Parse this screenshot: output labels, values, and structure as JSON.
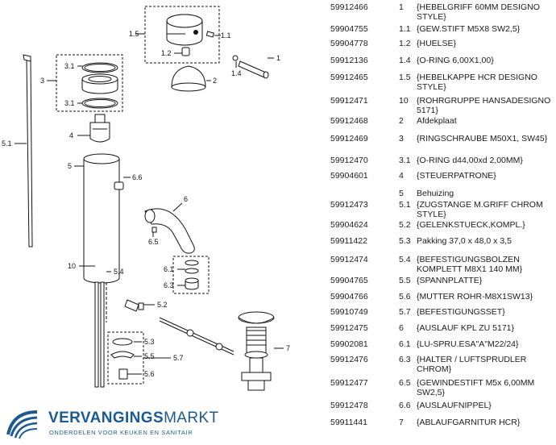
{
  "parts_list": [
    {
      "article": "59912466",
      "pos": "1",
      "desc": "{HEBELGRIFF 60MM DESIGNO STYLE}"
    },
    {
      "article": "59904755",
      "pos": "1.1",
      "desc": "{GEW.STIFT M5X8 SW2,5}"
    },
    {
      "article": "59904778",
      "pos": "1.2",
      "desc": "{HUELSE}"
    },
    {
      "article": "59912136",
      "pos": "1.4",
      "desc": "{O-RING 6,00X1,00}"
    },
    {
      "article": "59912465",
      "pos": "1.5",
      "desc": "{HEBELKAPPE HCR DESIGNO STYLE}"
    },
    {
      "article": "59912471",
      "pos": "10",
      "desc": "{ROHRGRUPPE HANSADESIGNO 5171}"
    },
    {
      "article": "59912468",
      "pos": "2",
      "desc": "Afdekplaat"
    },
    {
      "article": "59912469",
      "pos": "3",
      "desc": "{RINGSCHRAUBE M50X1, SW45}"
    },
    {
      "article": "59912470",
      "pos": "3.1",
      "desc": "{O-RING d44,00xd 2,00MM}"
    },
    {
      "article": "59904601",
      "pos": "4",
      "desc": "{STEUERPATRONE}"
    },
    {
      "article": "",
      "pos": "5",
      "desc": "Behuizing"
    },
    {
      "article": "59912473",
      "pos": "5.1",
      "desc": "{ZUGSTANGE M.GRIFF CHROM STYLE}"
    },
    {
      "article": "59904624",
      "pos": "5.2",
      "desc": "{GELENKSTUECK,KOMPL.}"
    },
    {
      "article": "59911422",
      "pos": "5.3",
      "desc": "Pakking 37,0 x 48,0 x 3,5"
    },
    {
      "article": "59912474",
      "pos": "5.4",
      "desc": "{BEFESTIGUNGSBOLZEN KOMPLETT M8X1 140 MM}"
    },
    {
      "article": "59904765",
      "pos": "5.5",
      "desc": "{SPANNPLATTE}"
    },
    {
      "article": "59904766",
      "pos": "5.6",
      "desc": "{MUTTER ROHR-M8X1SW13}"
    },
    {
      "article": "59910749",
      "pos": "5.7",
      "desc": "{BEFESTIGUNGSSET}"
    },
    {
      "article": "59912475",
      "pos": "6",
      "desc": "{AUSLAUF KPL ZU 5171}"
    },
    {
      "article": "59902081",
      "pos": "6.1",
      "desc": "{LU-SPRU.ESA\"A\"M22/24}"
    },
    {
      "article": "59912476",
      "pos": "6.3",
      "desc": "{HALTER / LUFTSPRUDLER CHROM}"
    },
    {
      "article": "59912477",
      "pos": "6.5",
      "desc": "{GEWINDESTIFT M5x 6,00MM SW2,5}"
    },
    {
      "article": "59912478",
      "pos": "6.6",
      "desc": "{AUSLAUFNIPPEL}"
    },
    {
      "article": "59911441",
      "pos": "7",
      "desc": "{ABLAUFGARNITUR HCR}"
    }
  ],
  "diagram_labels": {
    "l1_5": "1.5",
    "l1_1": "1.1",
    "l1_2": "1.2",
    "l1": "1",
    "l1_4": "1.4",
    "l2": "2",
    "l3": "3",
    "l3_1a": "3.1",
    "l3_1b": "3.1",
    "l4": "4",
    "l5": "5",
    "l5_1": "5.1",
    "l6_6": "6.6",
    "l6": "6",
    "l6_5": "6.5",
    "l6_1": "6.1",
    "l6_3": "6.3",
    "l10": "10",
    "l5_4": "5.4",
    "l5_2": "5.2",
    "l5_3": "5.3",
    "l5_5": "5.5",
    "l5_7": "5.7",
    "l5_6": "5.6",
    "l7": "7"
  },
  "logo": {
    "brand_part1": "VERVANGINGS",
    "brand_part2": "MARKT",
    "tagline": "ONDERDELEN VOOR KEUKEN EN SANITAIR",
    "color": "#1d5a92"
  }
}
